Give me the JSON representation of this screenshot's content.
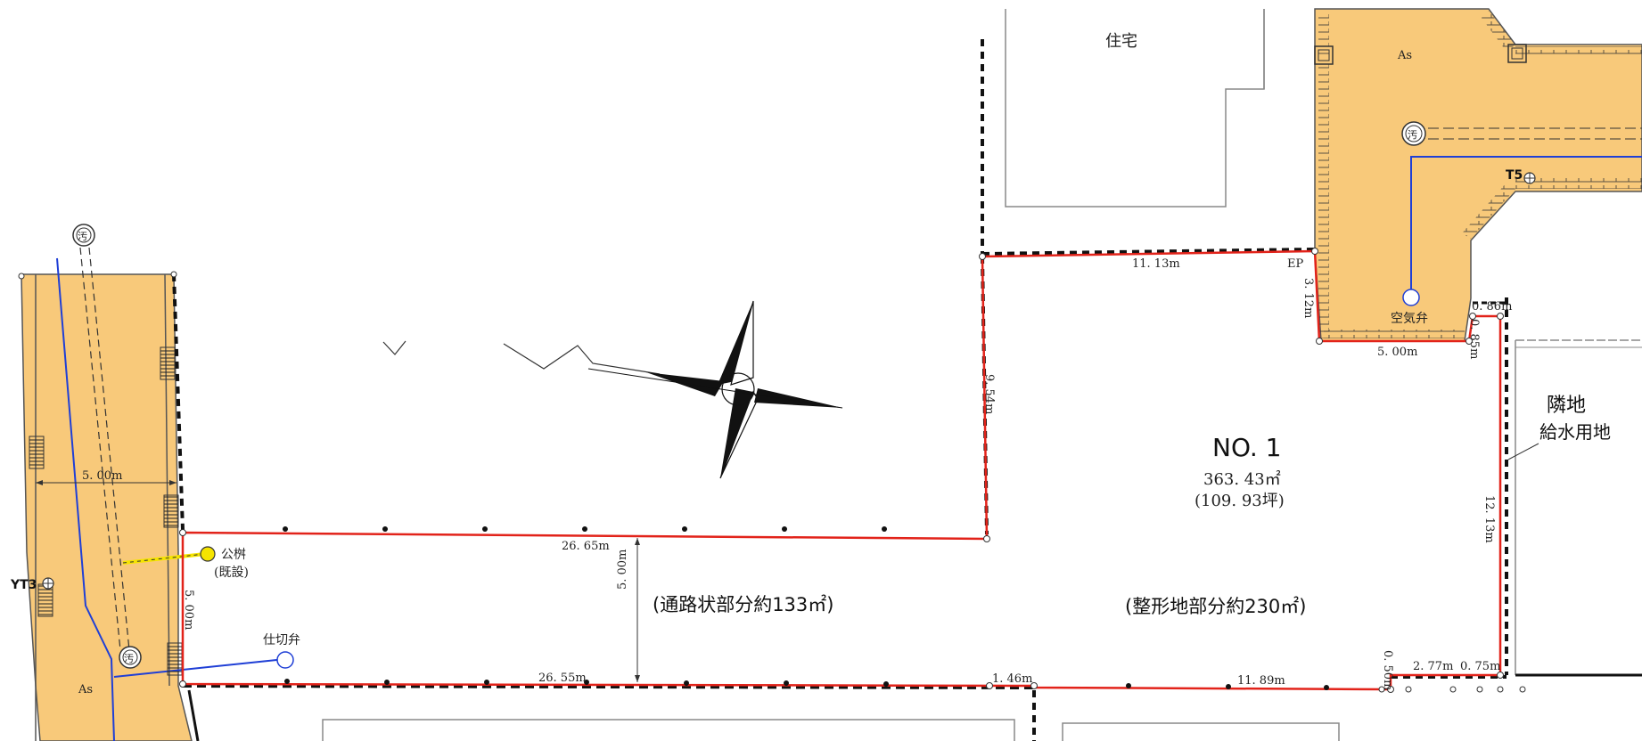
{
  "map": {
    "labels": {
      "house": "住宅",
      "as_top": "As",
      "as_left": "As",
      "ep": "EP",
      "t5": "T5",
      "yt3": "YT3",
      "air_valve": "空気弁",
      "public_basin": "公桝",
      "existing": "(既設)",
      "gate_valve": "仕切弁",
      "neighbor": "隣地",
      "water_land": "給水用地",
      "sewer_symbol": "汚"
    },
    "lot": {
      "name": "NO. 1",
      "area": "363. 43㎡",
      "tsubo": "(109. 93坪)",
      "passage_part": "(通路状部分約133㎡)",
      "regular_part": "(整形地部分約230㎡)"
    },
    "dimensions": {
      "road_width": "5. 00m",
      "top_edge": "11. 13m",
      "ep_drop": "3. 12m",
      "inner_bottom": "5. 00m",
      "corner_top": "0. 86m",
      "corner_side": "0. 85m",
      "left_step": "9. 54m",
      "right_edge": "12. 13m",
      "passage_top": "26. 65m",
      "passage_width": "5. 00m",
      "passage_left": "5. 00m",
      "passage_bottom": "26. 55m",
      "step_a": "1. 46m",
      "bottom_right": "11. 89m",
      "step_b": "0. 50m",
      "bottom_r1": "2. 77m",
      "bottom_r2": "0. 75m"
    }
  },
  "colors": {
    "road_fill": "#f8c97a",
    "lot_boundary": "#e2231a",
    "water_pipe": "#1f3fd6",
    "public_basin": "#f5e400",
    "line_dark": "#111111",
    "line_gray": "#888888"
  }
}
